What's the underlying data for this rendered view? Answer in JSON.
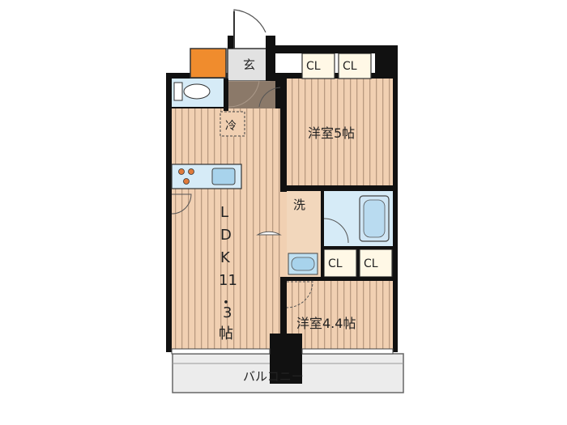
{
  "rooms": {
    "genkan": "玄",
    "bedroom_north": "洋室5帖",
    "ldk_l": "L",
    "ldk_d": "D",
    "ldk_k": "K",
    "ldk_11": "11",
    "ldk_dot": "・",
    "ldk_3": "3",
    "ldk_jo": "帖",
    "bedroom_south": "洋室4.4帖",
    "washroom": "洗",
    "balcony": "バルコニー"
  },
  "fixtures": {
    "refrigerator": "冷",
    "closets": [
      "CL",
      "CL",
      "CL",
      "CL"
    ]
  },
  "colors": {
    "floor_wood": "#f1d0b2",
    "floor_stripe": "#b99a80",
    "wet_area": "#d6ebf7",
    "wall": "#111111",
    "storage": "#f08c2d",
    "balcony": "#ececec",
    "genkan_floor": "#e2e2e2"
  }
}
